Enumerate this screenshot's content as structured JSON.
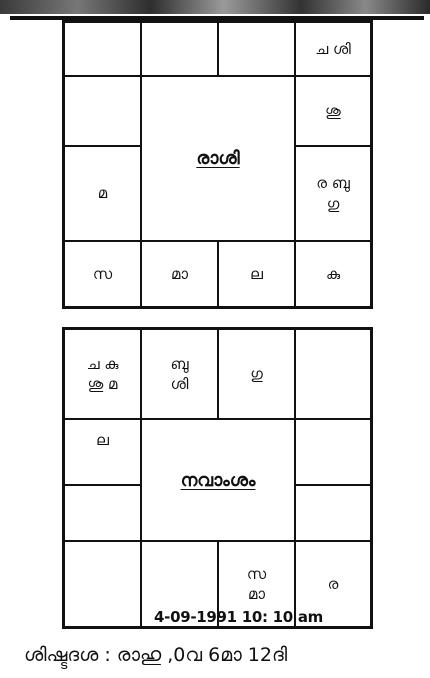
{
  "rasi_chart": {
    "title": "രാശി",
    "cells": [
      "",
      "",
      "",
      "ച ശി",
      "",
      "ശു",
      "മ",
      "ര ബു\nഗു",
      "സ",
      "മാ",
      "ല",
      "കു"
    ]
  },
  "navamsa_chart": {
    "title": "നവാംശം",
    "cells": [
      "ച കു\nശു മ",
      "ബു\nശി",
      "ഗു",
      "",
      "ല",
      "",
      "",
      "",
      "",
      "",
      "സ\nമാ",
      "ര"
    ]
  },
  "birth_datetime": "4-09-1991 10: 10 am",
  "dasha_balance": "ശിഷ്ടദശ : രാഹു ,0വ 6മാ 12ദി"
}
